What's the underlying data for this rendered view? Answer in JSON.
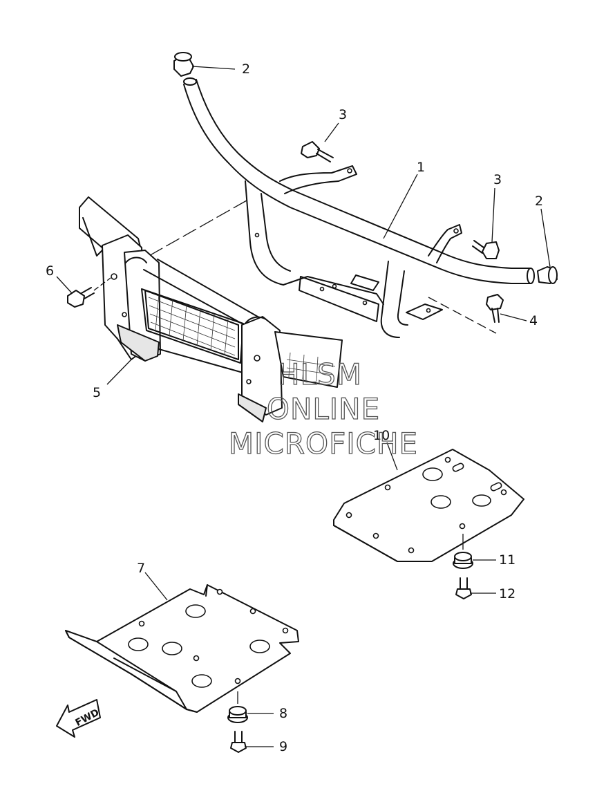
{
  "callouts": [
    {
      "id": "c1",
      "label": "1"
    },
    {
      "id": "c2a",
      "label": "2"
    },
    {
      "id": "c2b",
      "label": "2"
    },
    {
      "id": "c3a",
      "label": "3"
    },
    {
      "id": "c3b",
      "label": "3"
    },
    {
      "id": "c4",
      "label": "4"
    },
    {
      "id": "c5",
      "label": "5"
    },
    {
      "id": "c6",
      "label": "6"
    },
    {
      "id": "c7",
      "label": "7"
    },
    {
      "id": "c8",
      "label": "8"
    },
    {
      "id": "c9",
      "label": "9"
    },
    {
      "id": "c10",
      "label": "10"
    },
    {
      "id": "c11",
      "label": "11"
    },
    {
      "id": "c12",
      "label": "12"
    }
  ],
  "watermark": {
    "line1": "HLSM",
    "line2": "ONLINE",
    "line3": "MICROFICHE"
  },
  "fwd_arrow": {
    "label": "FWD"
  }
}
